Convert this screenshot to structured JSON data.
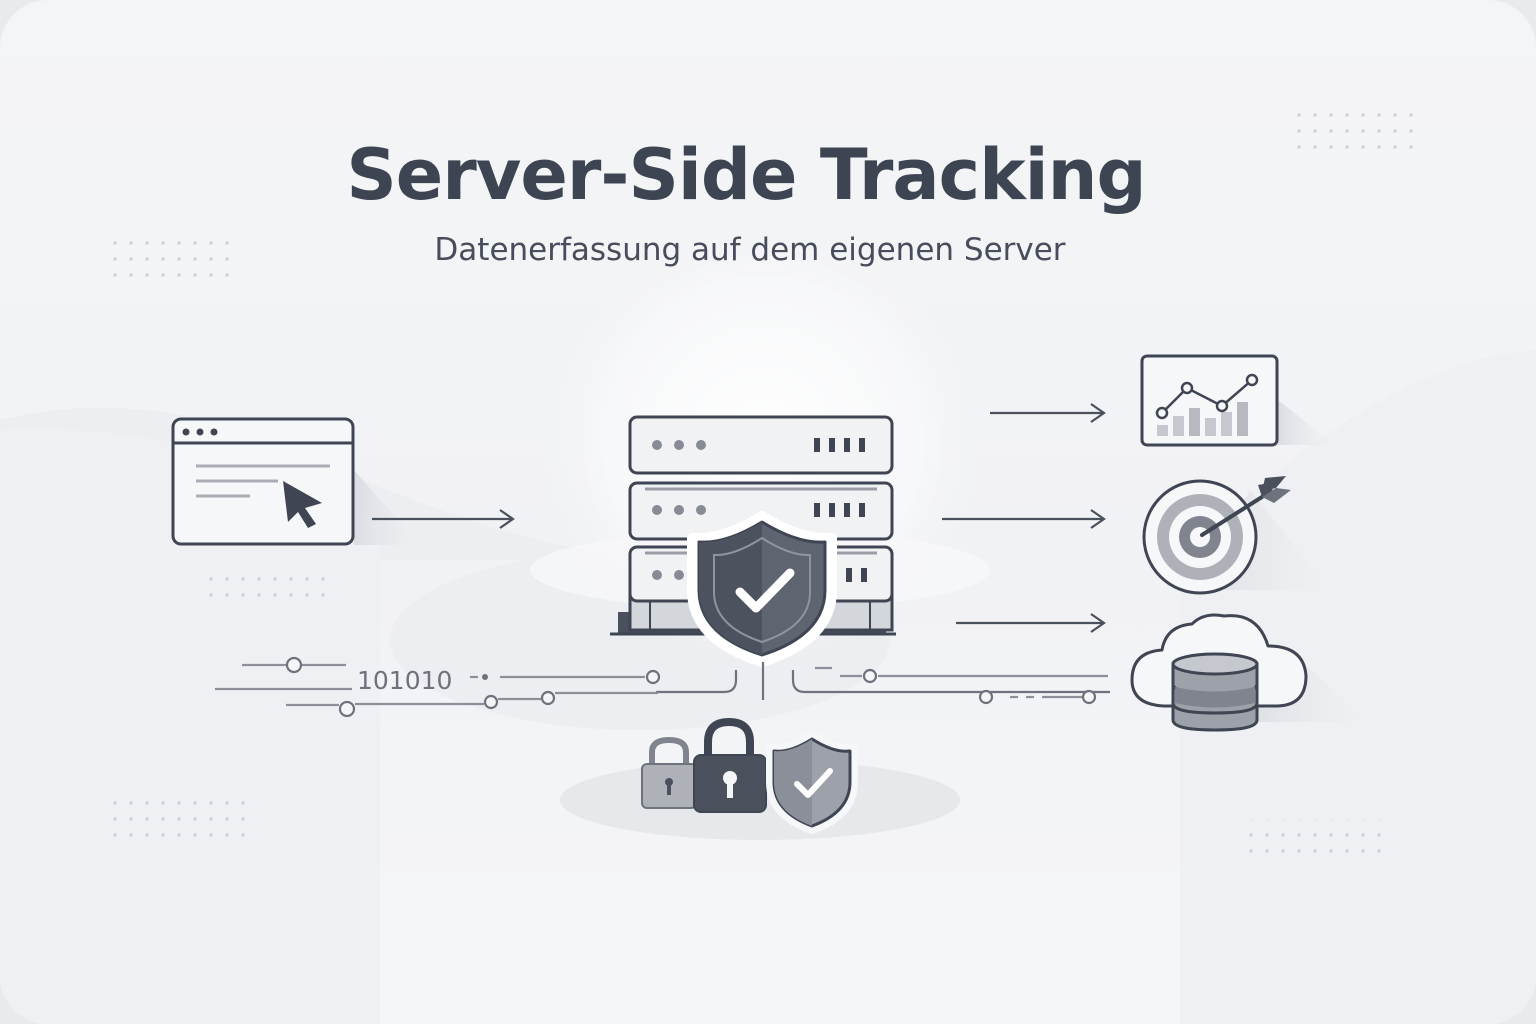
{
  "title": "Server-Side Tracking",
  "subtitle": "Datenerfassung auf dem eigenen Server",
  "data_stream": {
    "binary_label": "101010"
  },
  "icons": {
    "source": "browser-window-icon",
    "center": "server-rack-icon",
    "center_badge": "shield-check-icon",
    "targets": [
      "analytics-chart-icon",
      "target-arrow-icon",
      "cloud-database-icon"
    ],
    "security": [
      "padlock-icon",
      "padlock-icon",
      "shield-check-icon"
    ]
  },
  "colors": {
    "background": "#f2f3f6",
    "stroke": "#3f4552",
    "dark_fill": "#4a505c",
    "mid_fill": "#8a8f99",
    "light_fill": "#c5c8ce"
  }
}
